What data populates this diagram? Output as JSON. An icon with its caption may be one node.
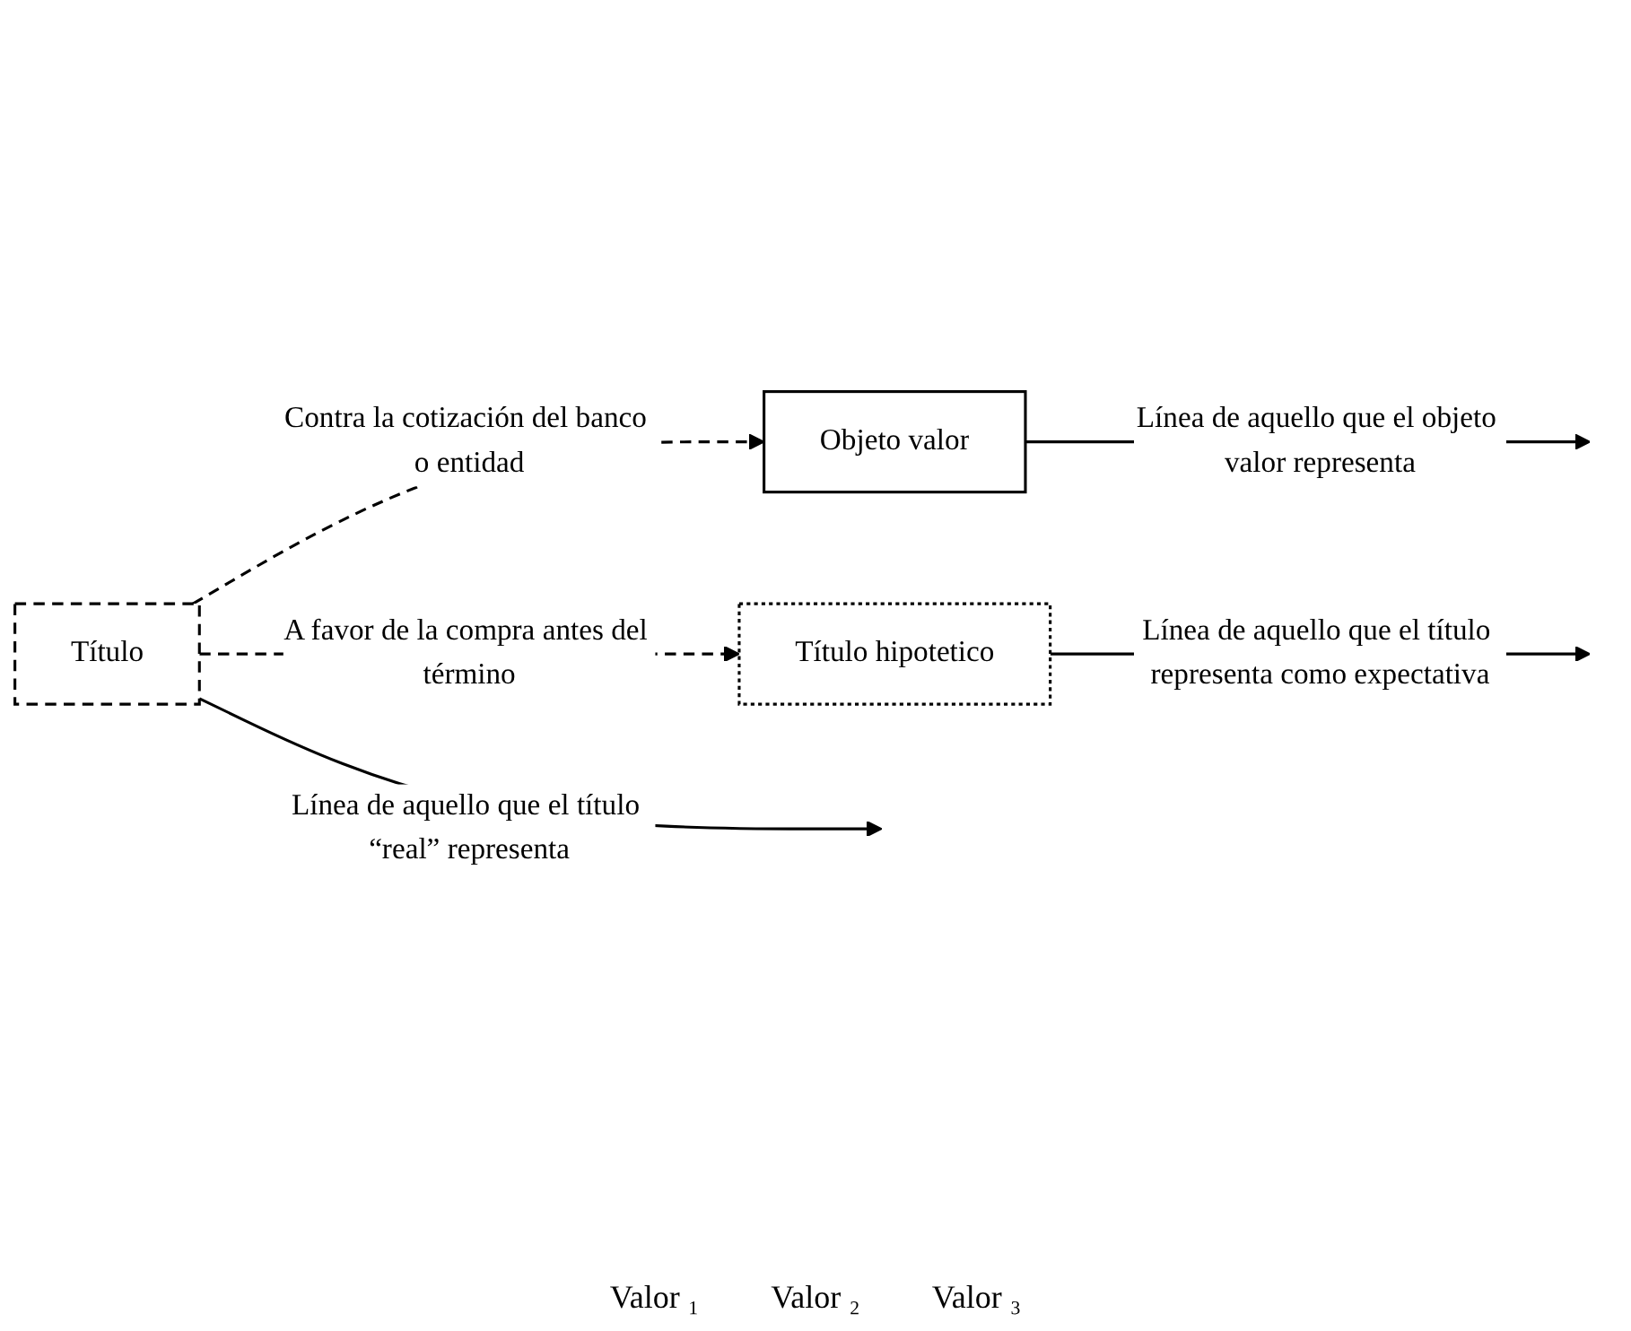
{
  "diagram": {
    "nodes": [
      {
        "text": [
          "Objeto valor"
        ]
      },
      {
        "text": [
          "Título"
        ]
      },
      {
        "text": [
          "Título hipotetico"
        ]
      }
    ],
    "edges": [
      {
        "from": 0,
        "to": null,
        "arrow": "to",
        "label": "Línea de aquello que el objeto valor representa"
      },
      {
        "from": 1,
        "to": 0,
        "arrow": "to",
        "style": "dashed",
        "label": "Contra la cotización del banco o entidad"
      },
      {
        "from": 1,
        "to": null,
        "arrow": "to",
        "label": "Línea de aquello que el título “real” representa"
      },
      {
        "from": 1,
        "to": 2,
        "arrow": "to",
        "style": "dashed",
        "label": "A favor de la compra antes del término"
      },
      {
        "from": 2,
        "to": null,
        "arrow": "to",
        "label": "Línea de aquello que el título representa como expectativa"
      }
    ],
    "labels": [
      "Valor ₁",
      "Valor ₂",
      "Valor ₃"
    ]
  }
}
